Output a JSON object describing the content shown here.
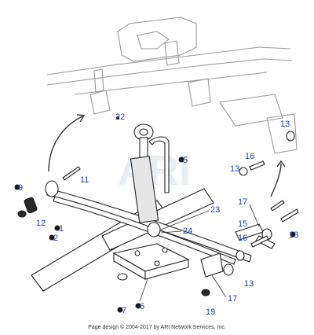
{
  "watermark": "ARI",
  "footer_text": "Page design © 2004-2017 by ARI Network Services, Inc.",
  "callouts": {
    "c22": "22",
    "c5": "5",
    "c9": "9",
    "c11": "11",
    "c12": "12",
    "c1": "1",
    "c2": "2",
    "c23": "23",
    "c24": "24",
    "c13a": "13",
    "c16a": "16",
    "c13b": "13",
    "c17a": "17",
    "c15": "15",
    "c16b": "16",
    "c18": "18",
    "c13c": "13",
    "c17b": "17",
    "c19": "19",
    "c7": "7",
    "c6": "6"
  }
}
